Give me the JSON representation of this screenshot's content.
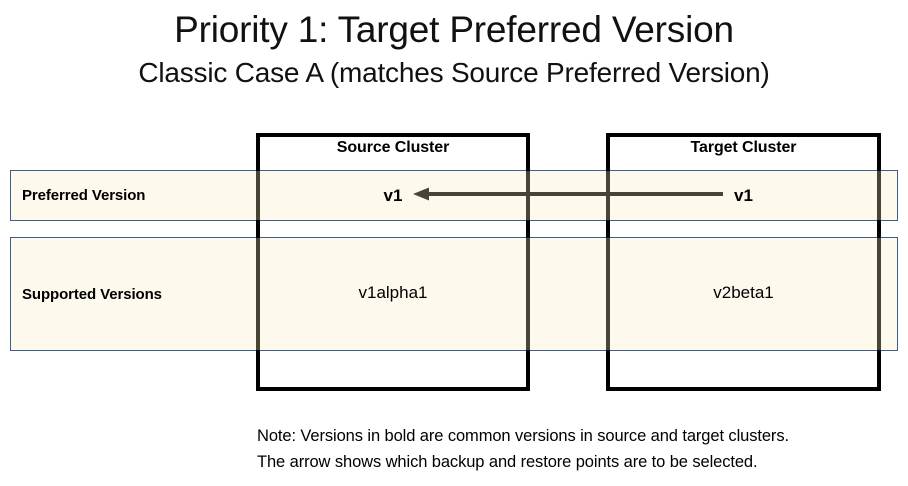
{
  "header": {
    "title": "Priority 1: Target Preferred Version",
    "subtitle": "Classic Case A (matches Source Preferred Version)"
  },
  "diagram": {
    "columns": [
      {
        "id": "source",
        "label": "Source Cluster"
      },
      {
        "id": "target",
        "label": "Target Cluster"
      }
    ],
    "rows": [
      {
        "id": "preferred",
        "label": "Preferred Version",
        "cells": [
          {
            "column": "source",
            "value": "v1",
            "bold": true
          },
          {
            "column": "target",
            "value": "v1",
            "bold": true
          }
        ]
      },
      {
        "id": "supported",
        "label": "Supported Versions",
        "cells": [
          {
            "column": "source",
            "value": "v1alpha1",
            "bold": false
          },
          {
            "column": "target",
            "value": "v2beta1",
            "bold": false
          }
        ]
      }
    ],
    "arrow": {
      "name": "selection-arrow",
      "direction": "right-to-left",
      "from_column": "target",
      "to_column": "source",
      "row": "preferred"
    }
  },
  "note": {
    "line1": "Note: Versions in bold are common versions in source and target clusters.",
    "line2": "The arrow shows which backup and restore points are to be selected."
  },
  "colors": {
    "band_fill": "#FDF9EC",
    "band_border": "#3B5E8C",
    "box_border": "#000000",
    "arrow": "#4A4436",
    "text": "#000000",
    "background": "#FFFFFF"
  }
}
